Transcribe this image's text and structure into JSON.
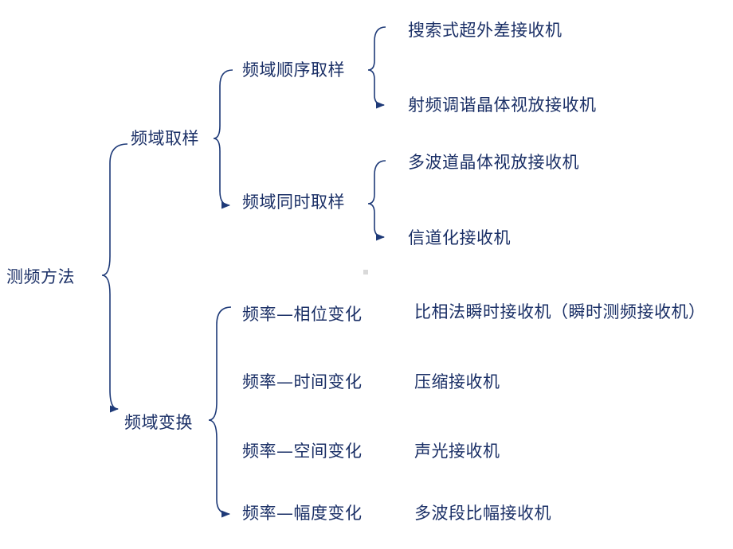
{
  "colors": {
    "text": "#1a2f66",
    "line": "#1e3a78"
  },
  "diagram": {
    "root": "测频方法",
    "branches": {
      "sampling": {
        "label": "频域取样",
        "sequential": {
          "label": "频域顺序取样",
          "items": [
            "搜索式超外差接收机",
            "射频调谐晶体视放接收机"
          ]
        },
        "simultaneous": {
          "label": "频域同时取样",
          "items": [
            "多波道晶体视放接收机",
            "信道化接收机"
          ]
        }
      },
      "transform": {
        "label": "频域变换",
        "rows": [
          {
            "method": "频率—相位变化",
            "receiver": "比相法瞬时接收机（瞬时测频接收机）"
          },
          {
            "method": "频率—时间变化",
            "receiver": "压缩接收机"
          },
          {
            "method": "频率—空间变化",
            "receiver": "声光接收机"
          },
          {
            "method": "频率—幅度变化",
            "receiver": "多波段比幅接收机"
          }
        ]
      }
    }
  }
}
